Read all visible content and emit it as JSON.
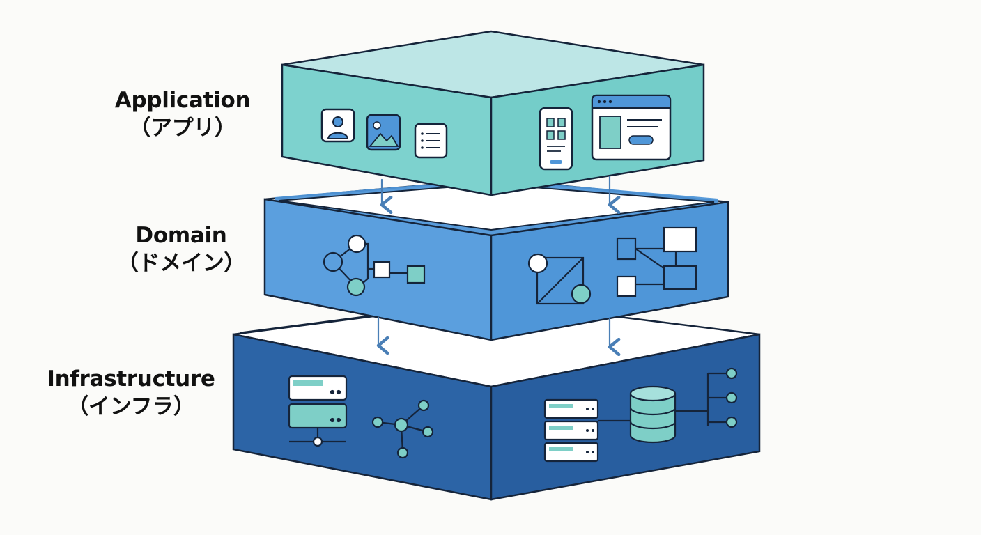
{
  "layers": {
    "application": {
      "label_en": "Application",
      "label_ja": "（アプリ）",
      "colors": {
        "top": "#bde6e6",
        "left": "#7dd2ce",
        "right": "#74cdc9"
      }
    },
    "domain": {
      "label_en": "Domain",
      "label_ja": "（ドメイン）",
      "colors": {
        "top": "#ffffff",
        "left": "#5b9fde",
        "right": "#4f96d8"
      }
    },
    "infrastructure": {
      "label_en": "Infrastructure",
      "label_ja": "（インフラ）",
      "colors": {
        "top": "#ffffff",
        "left": "#2c64a6",
        "right": "#285e9f"
      }
    }
  },
  "colors": {
    "outline": "#15243a",
    "arrow": "#4a7fb6",
    "teal": "#7ecfc7",
    "background": "#fbfbf9"
  }
}
